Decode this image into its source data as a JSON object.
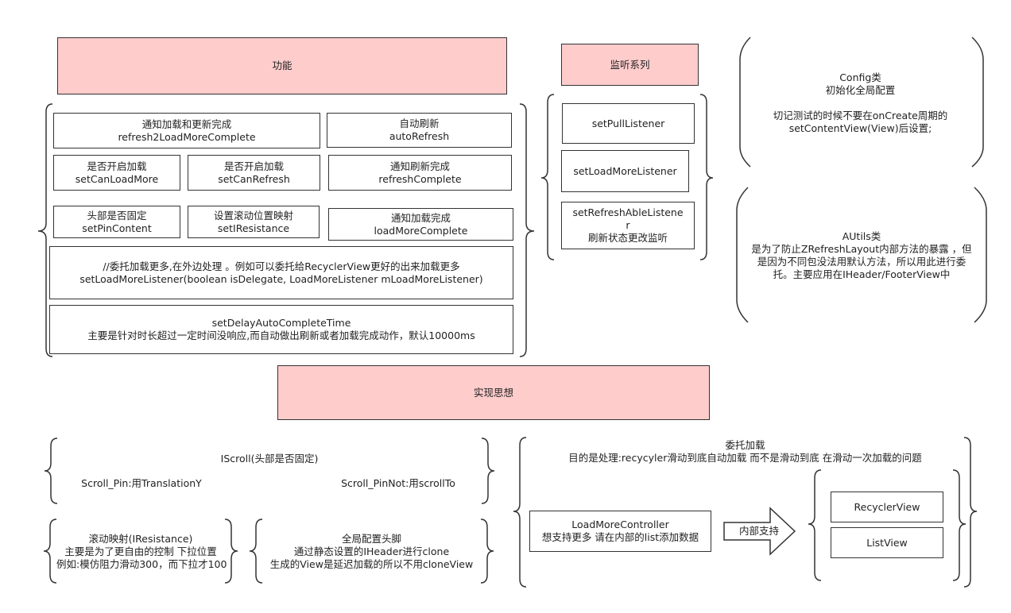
{
  "headers": {
    "func": "功能",
    "listen": "监听系列",
    "impl": "实现思想"
  },
  "func": {
    "notify_both": [
      "通知加载和更新完成",
      "refresh2LoadMoreComplete"
    ],
    "auto_refresh": [
      "自动刷新",
      "autoRefresh"
    ],
    "can_load": [
      "是否开启加载",
      "setCanLoadMore"
    ],
    "can_refresh": [
      "是否开启加载",
      "setCanRefresh"
    ],
    "refresh_complete": [
      "通知刷新完成",
      "refreshComplete"
    ],
    "pin_content": [
      "头部是否固定",
      "setPinContent"
    ],
    "resistance": [
      "设置滚动位置映射",
      "setIResistance"
    ],
    "load_complete": [
      "通知加载完成",
      "loadMoreComplete"
    ],
    "delegate": [
      "//委托加载更多,在外边处理 。例如可以委托给RecyclerView更好的出来加载更多",
      "setLoadMoreListener(boolean isDelegate, LoadMoreListener mLoadMoreListener)"
    ],
    "delay": [
      "setDelayAutoCompleteTime",
      "主要是针对时长超过一定时间没响应,而自动做出刷新或者加载完成动作，默认10000ms"
    ]
  },
  "listen": {
    "pull": "setPullListener",
    "load_more": "setLoadMoreListener",
    "refreshable": [
      "setRefreshAbleListene",
      "r",
      "刷新状态更改监听"
    ]
  },
  "config": [
    "Config类",
    "初始化全局配置",
    "",
    "切记测试的时候不要在onCreate周期的",
    "setContentView(View)后设置;"
  ],
  "autils": [
    "AUtils类",
    "是为了防止ZRefreshLayout内部方法的暴露 ，但",
    "是因为不同包没法用默认方法，所以用此进行委",
    "托。主要应用在IHeader/FooterView中"
  ],
  "impl": {
    "iscroll_title": "IScroll(头部是否固定)",
    "scroll_pin": "Scroll_Pin:用TranslationY",
    "scroll_pinnot": "Scroll_PinNot:用scrollTo",
    "resistance": [
      "滚动映射(IResistance)",
      "主要是为了更自由的控制 下拉位置",
      "例如:模仿阻力滑动300，而下拉才100"
    ],
    "global": [
      "全局配置头脚",
      "通过静态设置的IHeader进行clone",
      "生成的View是延迟加载的所以不用cloneView"
    ],
    "delegate": [
      "委托加载",
      "目的是处理:recycyler滑动到底自动加载 而不是滑动到底 在滑动一次加载的问题"
    ],
    "controller": [
      "LoadMoreController",
      "想支持更多 请在内部的list添加数据"
    ],
    "arrow_label": "内部支持",
    "recycler": "RecyclerView",
    "listview": "ListView"
  },
  "colors": {
    "header_fill": "#ffcccc",
    "stroke": "#333333",
    "background": "#ffffff"
  }
}
